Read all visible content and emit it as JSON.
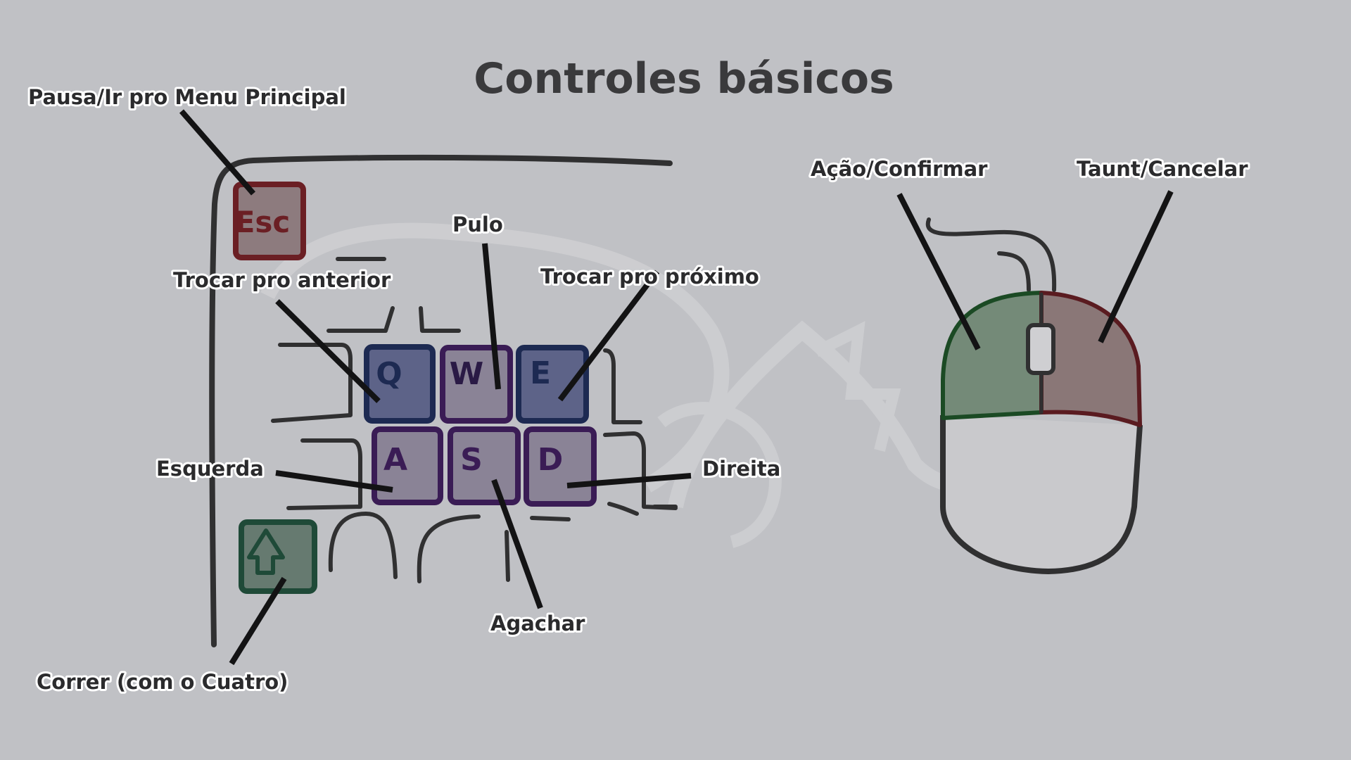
{
  "title": "Controles básicos",
  "keys": {
    "esc": "Esc",
    "q": "Q",
    "w": "W",
    "e": "E",
    "a": "A",
    "s": "S",
    "d": "D"
  },
  "labels": {
    "pause_menu": "Pausa/Ir pro Menu Principal",
    "jump": "Pulo",
    "switch_previous": "Trocar pro anterior",
    "switch_next": "Trocar pro próximo",
    "left": "Esquerda",
    "right": "Direita",
    "crouch": "Agachar",
    "run": "Correr (com o Cuatro)",
    "action_confirm": "Ação/Confirmar",
    "taunt_cancel": "Taunt/Cancelar"
  },
  "colors": {
    "background": "#c0c1c5",
    "esc_key": "#8d7b7e",
    "esc_border": "#6b1f24",
    "qe_keys": "#5d6388",
    "qe_border": "#1d2a52",
    "wasd_keys": "#8a8396",
    "wasd_border": "#3a1c55",
    "shift_key": "#667a70",
    "shift_border": "#1f4a38",
    "mouse_left": "#748a78",
    "mouse_left_border": "#1b4a24",
    "mouse_right": "#8a7777",
    "mouse_right_border": "#5a1b20"
  },
  "icons": {
    "shift": "arrow-up-icon",
    "mouse": "mouse-icon"
  }
}
